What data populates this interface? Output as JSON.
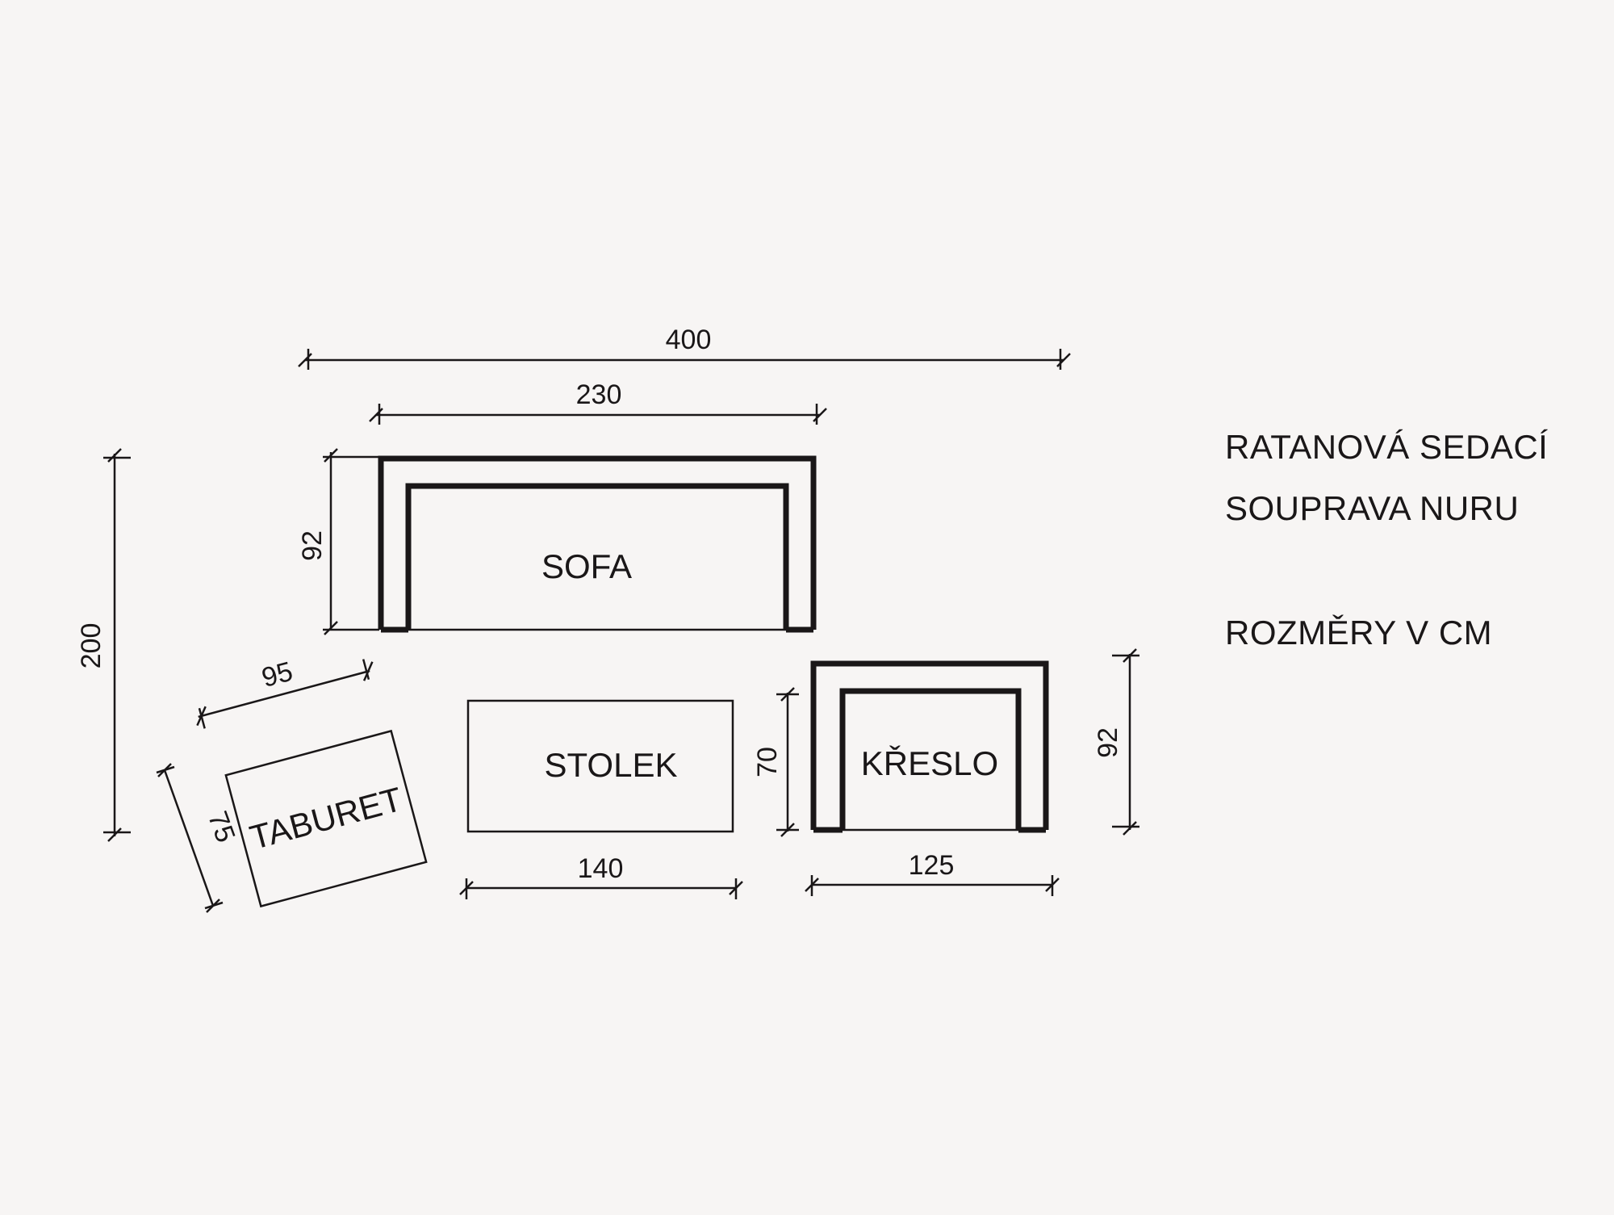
{
  "title_lines": [
    "RATANOVÁ SEDACÍ",
    "SOUPRAVA NURU"
  ],
  "units_note": "ROZMĚRY V CM",
  "pieces": {
    "sofa": "SOFA",
    "stolek": "STOLEK",
    "kreslo": "KŘESLO",
    "taburet": "TABURET"
  },
  "dimensions": {
    "overall_width": "400",
    "overall_depth": "200",
    "sofa_width": "230",
    "sofa_depth": "92",
    "stolek_width": "140",
    "kreslo_width": "125",
    "kreslo_depth": "92",
    "kreslo_seat_depth": "70",
    "taburet_width": "95",
    "taburet_depth": "75"
  }
}
